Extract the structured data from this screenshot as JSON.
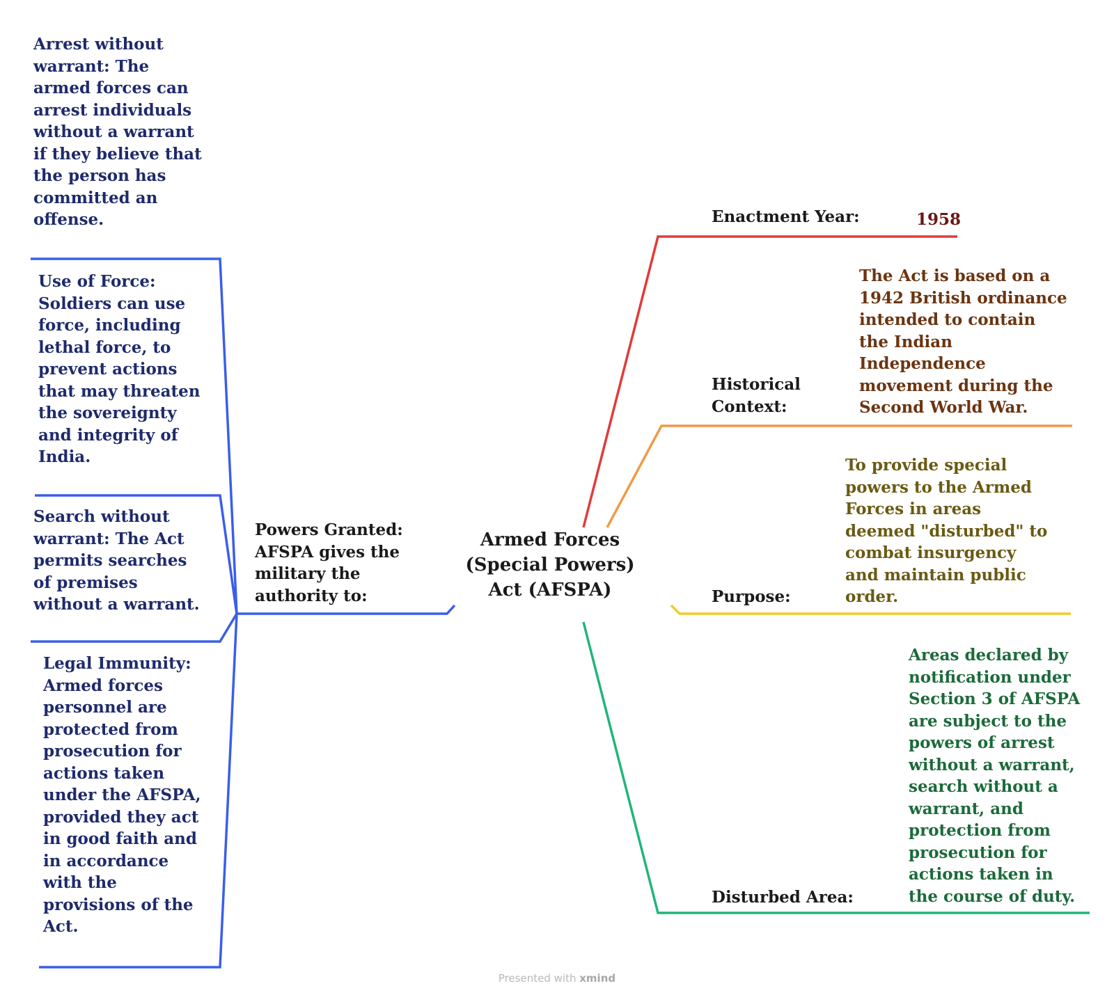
{
  "central_topic": "Armed Forces\n(Special Powers)\nAct (AFSPA)",
  "colors": {
    "left_branch": "#3b5ee8",
    "left_text": "#1e2a6b",
    "enactment_line": "#e23a3a",
    "historical_line": "#f09a48",
    "purpose_line": "#f2cc2a",
    "disturbed_line": "#1fb67a",
    "label_text": "#1a1a1a",
    "enactment_value": "#6b1616",
    "historical_value": "#6b3410",
    "purpose_value": "#6a5a12",
    "disturbed_value": "#1b6a3a"
  },
  "left": {
    "powers": "Powers Granted:\nAFSPA gives the\nmilitary the\nauthority to:",
    "items": [
      "Arrest without\nwarrant: The\narmed forces can\narrest individuals\nwithout a warrant\nif they believe that\nthe person has\ncommitted an\noffense.",
      "Use of Force:\nSoldiers can use\nforce, including\nlethal force, to\nprevent actions\nthat may threaten\nthe sovereignty\nand integrity of\nIndia.",
      "Search without\nwarrant: The Act\npermits searches\nof premises\nwithout a warrant.",
      "Legal Immunity:\nArmed forces\npersonnel are\nprotected from\nprosecution for\nactions taken\nunder the AFSPA,\nprovided they act\nin good faith and\nin accordance\nwith the\nprovisions of the\nAct."
    ]
  },
  "right": {
    "enactment": {
      "label": "Enactment Year:",
      "value": "1958"
    },
    "historical": {
      "label": "Historical\nContext:",
      "value": "The Act is based on a\n1942 British ordinance\nintended to contain\nthe Indian\nIndependence\nmovement during the\nSecond World War."
    },
    "purpose": {
      "label": "Purpose:",
      "value": "To provide special\npowers to the Armed\nForces in areas\ndeemed \"disturbed\" to\ncombat insurgency\nand maintain public\norder."
    },
    "disturbed": {
      "label": "Disturbed Area:",
      "value": "Areas declared by\nnotification under\nSection 3 of AFSPA\nare subject to the\npowers of arrest\nwithout a warrant,\nsearch without a\nwarrant, and\nprotection from\nprosecution for\nactions taken in\nthe course of duty."
    }
  },
  "watermark": {
    "prefix": "Presented with ",
    "brand": "xmind"
  }
}
